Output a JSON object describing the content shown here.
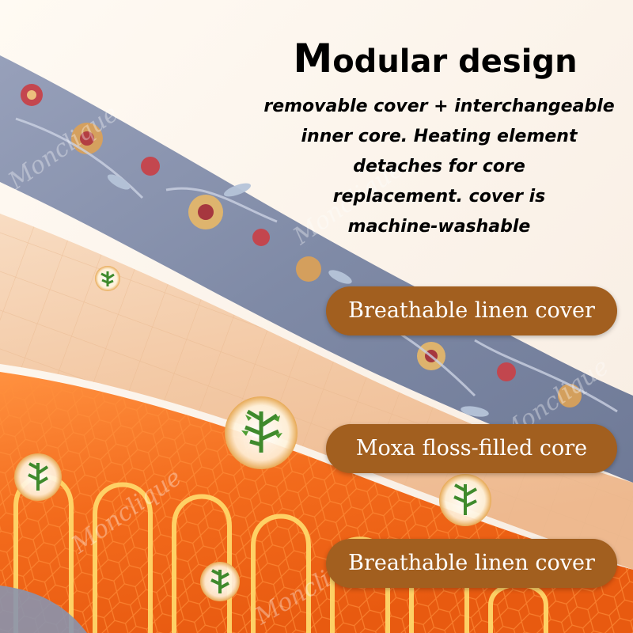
{
  "headline": {
    "first_letter": "M",
    "rest": "odular design"
  },
  "description": [
    "removable cover + interchangeable",
    "inner core. Heating element",
    "detaches for core",
    "replacement. cover is",
    "machine-washable"
  ],
  "labels": [
    {
      "text": "Breathable linen cover"
    },
    {
      "text": "Moxa floss-filled core"
    },
    {
      "text": "Breathable linen cover"
    }
  ],
  "watermark": "Monclique",
  "colors": {
    "pill": "#a25f1f",
    "cover_fabric": "#7f8aa6",
    "core_layer": "#f3c9a5",
    "heating_layer": "#f36b1c",
    "heating_wire": "#ffd76a"
  }
}
